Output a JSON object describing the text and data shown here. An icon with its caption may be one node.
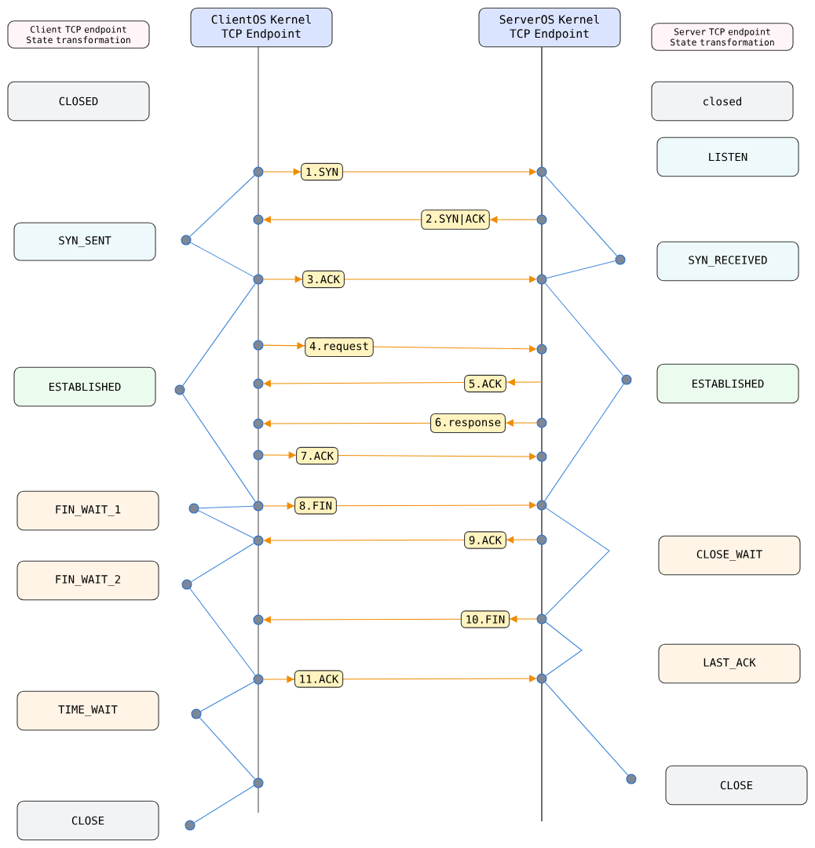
{
  "diagram": {
    "nodes": [
      {
        "text": [
          "Client TCP endpoint State transformation"
        ]
      },
      {
        "text": [
          "ClientOS Kernel TCP Endpoint"
        ]
      },
      {
        "text": [
          "ServerOS Kernel TCP Endpoint"
        ]
      },
      {
        "text": [
          "Server TCP endpoint State transformation"
        ]
      },
      {
        "text": [
          "CLOSED"
        ]
      },
      {
        "text": [
          "closed"
        ]
      },
      {
        "text": [
          "LISTEN"
        ]
      },
      {
        "text": [
          "SYN_SENT"
        ]
      },
      {
        "text": [
          "SYN_RECEIVED"
        ]
      },
      {
        "text": [
          "ESTABLISHED"
        ]
      },
      {
        "text": [
          "ESTABLISHED"
        ]
      },
      {
        "text": [
          "FIN_WAIT_1"
        ]
      },
      {
        "text": [
          "CLOSE_WAIT"
        ]
      },
      {
        "text": [
          "FIN_WAIT_2"
        ]
      },
      {
        "text": [
          "LAST_ACK"
        ]
      },
      {
        "text": [
          "TIME_WAIT"
        ]
      },
      {
        "text": [
          "CLOSE"
        ]
      },
      {
        "text": [
          "CLOSE"
        ]
      },
      {
        "text": [],
        "shape": "circle"
      },
      {
        "text": [],
        "shape": "circle"
      },
      {
        "text": [],
        "shape": "circle"
      },
      {
        "text": [],
        "shape": "circle"
      },
      {
        "text": [],
        "shape": "circle"
      },
      {
        "text": [],
        "shape": "circle"
      },
      {
        "text": [],
        "shape": "circle"
      },
      {
        "text": [],
        "shape": "circle"
      },
      {
        "text": [],
        "shape": "circle"
      },
      {
        "text": [],
        "shape": "circle"
      },
      {
        "text": [],
        "shape": "circle"
      },
      {
        "text": [],
        "shape": "circle"
      },
      {
        "text": [],
        "shape": "circle"
      },
      {
        "text": [],
        "shape": "circle"
      },
      {
        "text": [],
        "shape": "circle"
      },
      {
        "text": [],
        "shape": "circle"
      },
      {
        "text": [],
        "shape": "circle"
      },
      {
        "text": [],
        "shape": "circle"
      },
      {
        "text": [],
        "shape": "circle"
      },
      {
        "text": [],
        "shape": "circle"
      },
      {
        "text": [],
        "shape": "circle"
      },
      {
        "text": [],
        "shape": "circle"
      },
      {
        "text": [],
        "shape": "circle"
      },
      {
        "text": [],
        "shape": "circle"
      },
      {
        "text": [],
        "shape": "circle"
      },
      {
        "text": [],
        "shape": "circle"
      },
      {
        "text": [],
        "shape": "circle"
      },
      {
        "text": [],
        "shape": "circle"
      },
      {
        "text": [],
        "shape": "circle"
      },
      {
        "text": [],
        "shape": "circle"
      },
      {
        "text": [],
        "shape": "circle"
      }
    ],
    "edges": [
      {
        "from": 18,
        "to": 30,
        "arrow": "to",
        "label": "1.SYN",
        "color": "#f08c00"
      },
      {
        "from": 31,
        "to": 19,
        "arrow": "to",
        "label": "2.SYN|ACK",
        "color": "#f08c00"
      },
      {
        "from": 20,
        "to": 32,
        "arrow": "to",
        "label": "3.ACK",
        "color": "#f08c00"
      },
      {
        "from": 21,
        "to": 33,
        "arrow": "to",
        "label": "4.request",
        "color": "#f08c00"
      },
      {
        "from": null,
        "to": 22,
        "arrow": "to",
        "label": "5.ACK",
        "color": "#f08c00"
      },
      {
        "from": 34,
        "to": 23,
        "arrow": "to",
        "label": "6.response",
        "color": "#f08c00"
      },
      {
        "from": 24,
        "to": 35,
        "arrow": "to",
        "label": "7.ACK",
        "color": "#f08c00"
      },
      {
        "from": 25,
        "to": 36,
        "arrow": "to",
        "label": "8.FIN",
        "color": "#f08c00"
      },
      {
        "from": 37,
        "to": 26,
        "arrow": "to",
        "label": "9.ACK",
        "color": "#f08c00"
      },
      {
        "from": 38,
        "to": 27,
        "arrow": "to",
        "label": "10.FIN",
        "color": "#f08c00"
      },
      {
        "from": 28,
        "to": 39,
        "arrow": "to",
        "label": "11.ACK",
        "color": "#f08c00"
      },
      {
        "from": 40,
        "to": 18,
        "arrow": "none"
      },
      {
        "from": 40,
        "to": 20,
        "arrow": "none"
      },
      {
        "from": 41,
        "to": 20,
        "arrow": "none"
      },
      {
        "from": 41,
        "to": 25,
        "arrow": "none"
      },
      {
        "from": 42,
        "to": 25,
        "arrow": "none"
      },
      {
        "from": 42,
        "to": 26,
        "arrow": "none"
      },
      {
        "from": 43,
        "to": 26,
        "arrow": "none"
      },
      {
        "from": 43,
        "to": 28,
        "arrow": "none"
      },
      {
        "from": 44,
        "to": 28,
        "arrow": "none"
      },
      {
        "from": 44,
        "to": 29,
        "arrow": "none"
      },
      {
        "from": 45,
        "to": 29,
        "arrow": "none"
      },
      {
        "from": 30,
        "to": 46,
        "arrow": "none"
      },
      {
        "from": 46,
        "to": 32,
        "arrow": "none"
      },
      {
        "from": 32,
        "to": 47,
        "arrow": "none"
      },
      {
        "from": 47,
        "to": 36,
        "arrow": "none"
      },
      {
        "from": 36,
        "to": 38,
        "arrow": "none"
      },
      {
        "from": 38,
        "to": 39,
        "arrow": "none"
      },
      {
        "from": 39,
        "to": 48,
        "arrow": "none"
      }
    ]
  }
}
